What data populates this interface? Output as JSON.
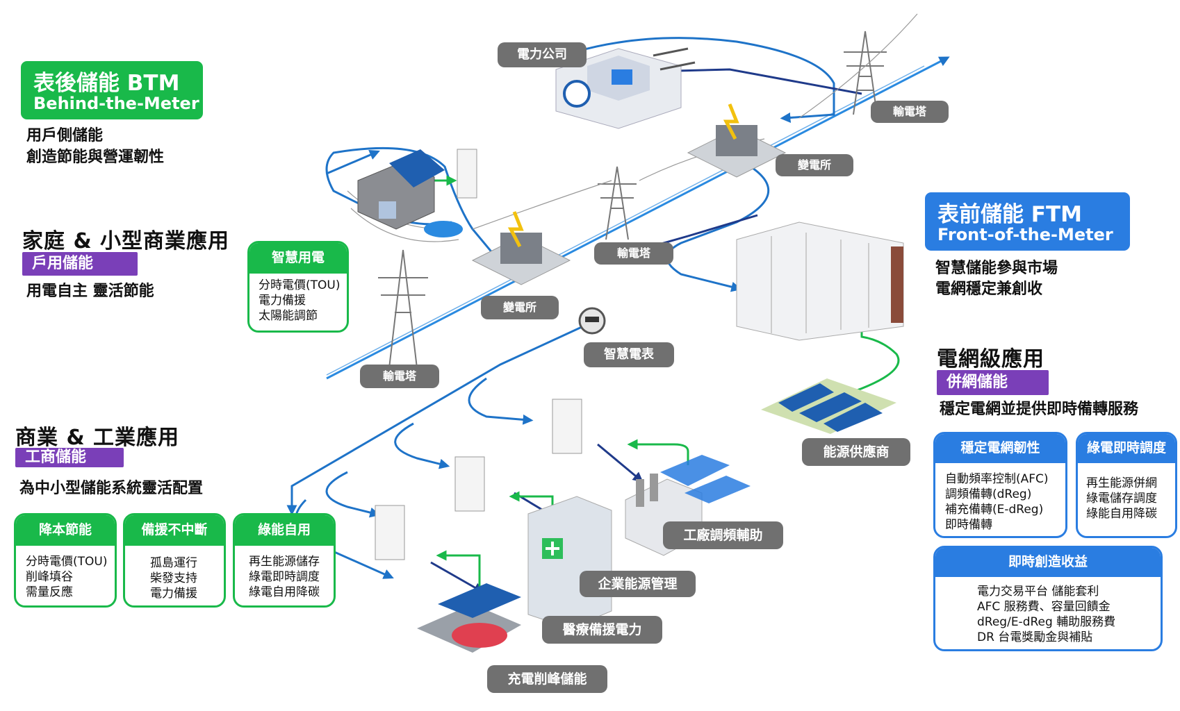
{
  "btm": {
    "title": "表後儲能 BTM",
    "subtitle": "Behind-the-Meter",
    "desc1": "用戶側儲能",
    "desc2": "創造節能與營運韌性"
  },
  "home": {
    "title": "家庭 & 小型商業應用",
    "tag": "戶用儲能",
    "desc": "用電自主 靈活節能"
  },
  "industry": {
    "title": "商業 & 工業應用",
    "tag": "工商儲能",
    "desc": "為中小型儲能系統靈活配置"
  },
  "ftm": {
    "title": "表前儲能 FTM",
    "subtitle": "Front-of-the-Meter",
    "desc1": "智慧儲能參與市場",
    "desc2": "電網穩定兼創收"
  },
  "grid": {
    "title": "電網級應用",
    "tag": "併網儲能",
    "desc": "穩定電網並提供即時備轉服務"
  },
  "cards": {
    "smart_use": {
      "title": "智慧用電",
      "lines": [
        "分時電價(TOU)",
        "電力備援",
        "太陽能調節"
      ]
    },
    "saving": {
      "title": "降本節能",
      "lines": [
        "分時電價(TOU)",
        "削峰填谷",
        "需量反應"
      ]
    },
    "backup": {
      "title": "備援不中斷",
      "lines": [
        "孤島運行",
        "柴發支持",
        "電力備援"
      ]
    },
    "green_self": {
      "title": "綠能自用",
      "lines": [
        "再生能源儲存",
        "綠電即時調度",
        "綠電自用降碳"
      ]
    },
    "resilience": {
      "title": "穩定電網韌性",
      "lines": [
        "自動頻率控制(AFC)",
        "調頻備轉(dReg)",
        "補充備轉(E-dReg)",
        "即時備轉"
      ]
    },
    "green_dispatch": {
      "title": "綠電即時調度",
      "lines": [
        "再生能源併網",
        "綠電儲存調度",
        "綠能自用降碳"
      ]
    },
    "revenue": {
      "title": "即時創造收益",
      "lines": [
        "電力交易平台 儲能套利",
        "AFC 服務費、容量回饋金",
        "dReg/E-dReg 輔助服務費",
        "DR 台電獎勵金與補貼"
      ]
    }
  },
  "pills": {
    "power_company": "電力公司",
    "tower_top": "輸電塔",
    "substation_top": "變電所",
    "tower_mid": "輸電塔",
    "substation_mid": "變電所",
    "smart_meter": "智慧電表",
    "tower_low": "輸電塔",
    "energy_supplier": "能源供應商",
    "factory_freq": "工廠調頻輔助",
    "enterprise_ems": "企業能源管理",
    "medical_backup": "醫療備援電力",
    "ev_peak": "充電削峰儲能"
  },
  "colors": {
    "green": "#19b94a",
    "blue": "#2a7de1",
    "purple": "#7a3fb8",
    "gray_pill": "#707070",
    "line_blue": "#1e73c8",
    "line_navy": "#1f3a8a",
    "line_green": "#19b94a"
  }
}
